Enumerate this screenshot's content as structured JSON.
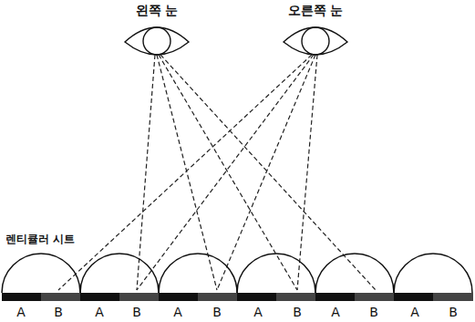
{
  "diagram": {
    "labels": [
      "왼쪽 눈",
      "오른쪽 눈",
      "렌티큘러 시트",
      "A",
      "B",
      "A",
      "B",
      "A",
      "B",
      "A",
      "B",
      "A",
      "B",
      "A",
      "B"
    ]
  }
}
